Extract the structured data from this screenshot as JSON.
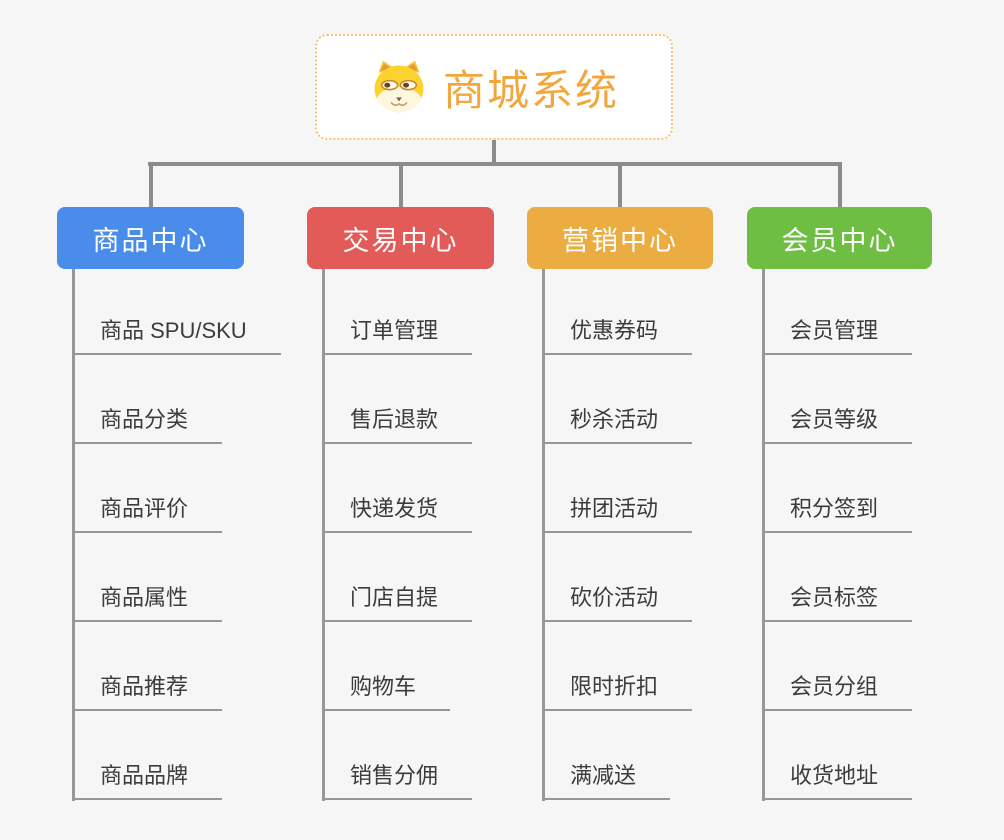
{
  "root": {
    "title": "商城系统",
    "icon": "dog-face-icon",
    "border_color": "#F8C26D",
    "title_color": "#F2A63E"
  },
  "connector_color": "#8C8C8C",
  "leaf_line_color": "#979797",
  "leaf_text_color": "#3C3C3C",
  "background_color": "#F5F6F5",
  "branches": [
    {
      "label": "商品中心",
      "color": "#4A8CEA",
      "children": [
        "商品 SPU/SKU",
        "商品分类",
        "商品评价",
        "商品属性",
        "商品推荐",
        "商品品牌"
      ]
    },
    {
      "label": "交易中心",
      "color": "#E25B58",
      "children": [
        "订单管理",
        "售后退款",
        "快递发货",
        "门店自提",
        "购物车",
        "销售分佣"
      ]
    },
    {
      "label": "营销中心",
      "color": "#EBAD42",
      "children": [
        "优惠券码",
        "秒杀活动",
        "拼团活动",
        "砍价活动",
        "限时折扣",
        "满减送"
      ]
    },
    {
      "label": "会员中心",
      "color": "#6FBE44",
      "children": [
        "会员管理",
        "会员等级",
        "积分签到",
        "会员标签",
        "会员分组",
        "收货地址"
      ]
    }
  ]
}
